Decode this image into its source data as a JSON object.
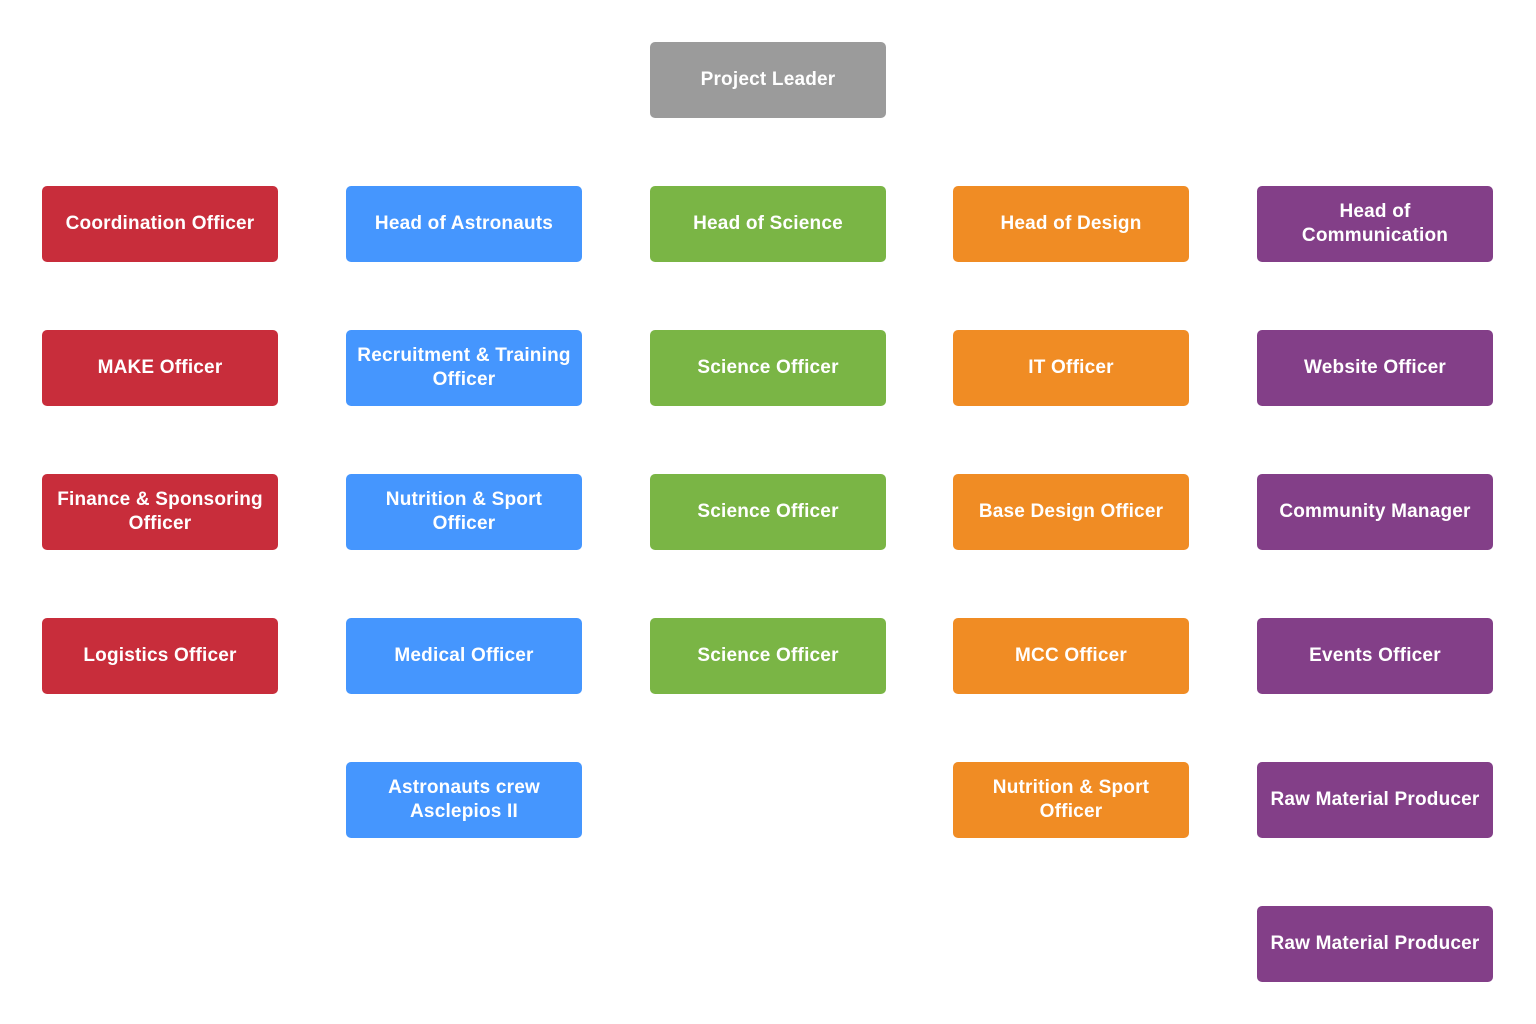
{
  "root": {
    "label": "Project Leader",
    "color": "#9b9b9b"
  },
  "columns": [
    {
      "color": "#c82d3b",
      "head": "Coordination Officer",
      "members": [
        "MAKE Officer",
        "Finance & Sponsoring Officer",
        "Logistics Officer"
      ]
    },
    {
      "color": "#4596fe",
      "head": "Head of Astronauts",
      "members": [
        "Recruitment & Training Officer",
        "Nutrition & Sport Officer",
        "Medical Officer",
        "Astronauts crew Asclepios II"
      ]
    },
    {
      "color": "#7ab545",
      "head": "Head of Science",
      "members": [
        "Science Officer",
        "Science Officer",
        "Science Officer"
      ]
    },
    {
      "color": "#f08c24",
      "head": "Head of Design",
      "members": [
        "IT Officer",
        "Base Design Officer",
        "MCC Officer",
        "Nutrition & Sport Officer"
      ]
    },
    {
      "color": "#833f88",
      "head": "Head of Communication",
      "members": [
        "Website Officer",
        "Community Manager",
        "Events Officer",
        "Raw Material Producer",
        "Raw Material Producer"
      ]
    }
  ]
}
